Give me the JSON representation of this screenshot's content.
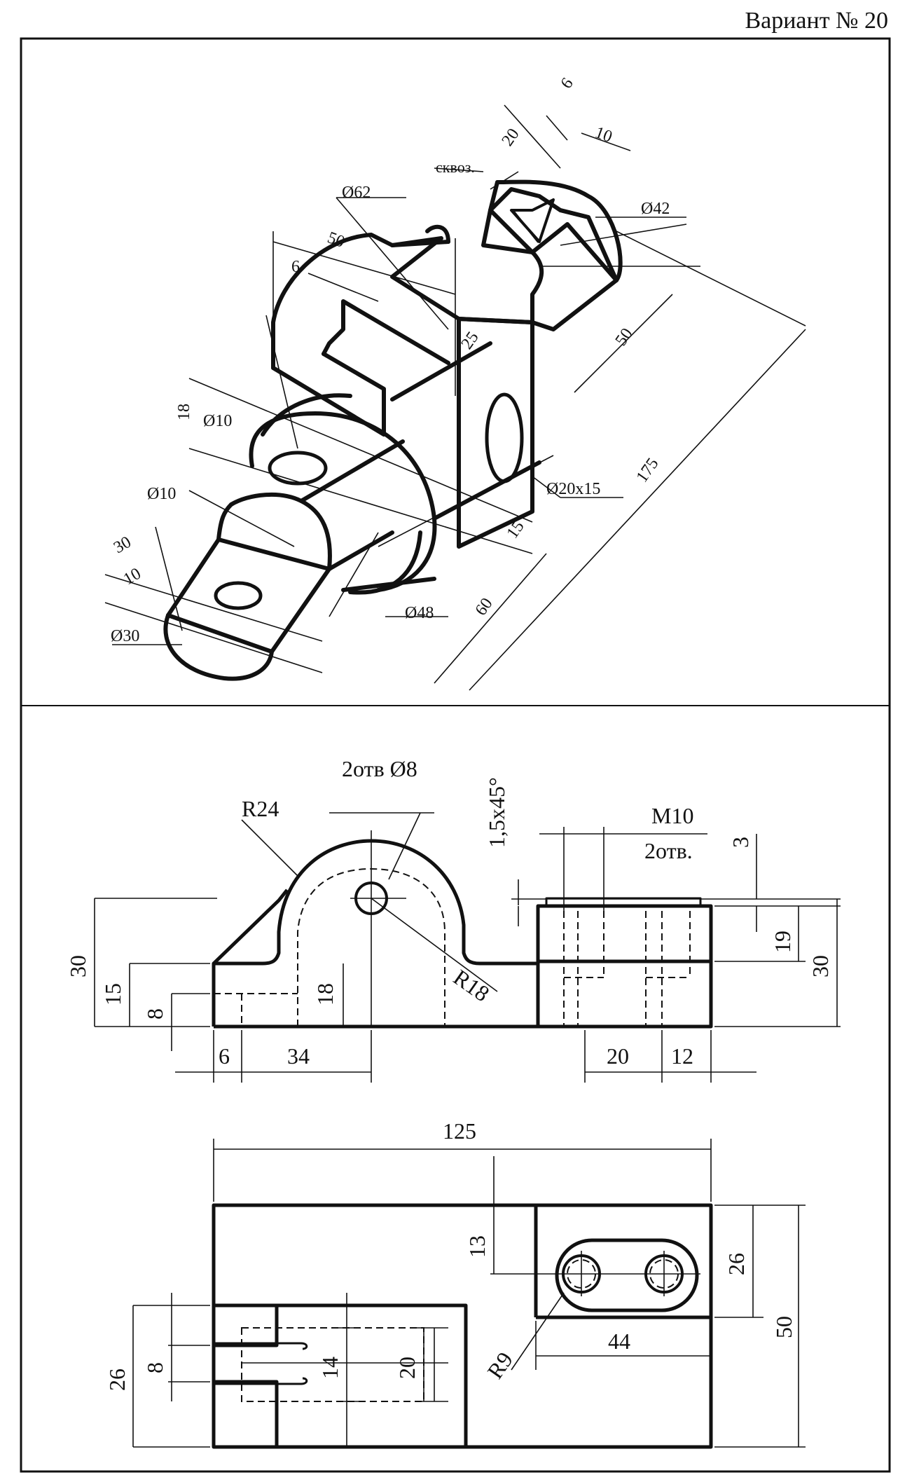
{
  "header": {
    "variant_label": "Вариант № 20"
  },
  "isometric": {
    "labels": [
      "6",
      "20",
      "10",
      "сквоз.",
      "Ø62",
      "Ø42",
      "50",
      "6",
      "25",
      "50",
      "18",
      "Ø10",
      "Ø10",
      "Ø20x15",
      "175",
      "15",
      "30",
      "10",
      "60",
      "Ø48",
      "Ø30"
    ]
  },
  "front_view": {
    "labels": [
      "2отв Ø8",
      "R24",
      "1,5x45°",
      "M10",
      "2отв.",
      "3",
      "30",
      "15",
      "8",
      "18",
      "R18",
      "19",
      "30",
      "6",
      "34",
      "20",
      "12"
    ]
  },
  "top_view": {
    "labels": [
      "125",
      "13",
      "26",
      "50",
      "R9",
      "44",
      "26",
      "8",
      "14",
      "20"
    ]
  }
}
